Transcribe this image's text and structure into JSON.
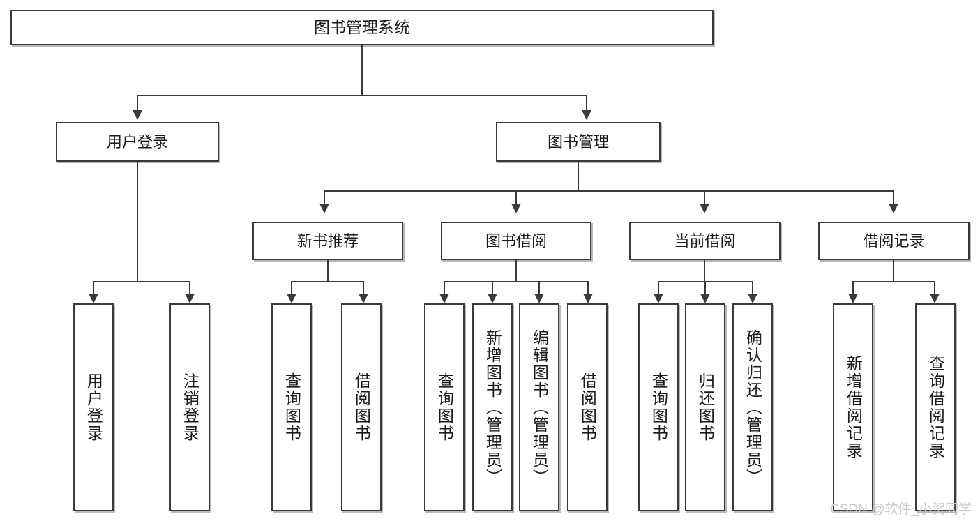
{
  "diagram": {
    "title": "图书管理系统",
    "root": {
      "label": "图书管理系统"
    },
    "level2": [
      {
        "label": "用户登录"
      },
      {
        "label": "图书管理"
      }
    ],
    "level3": [
      {
        "label": "新书推荐"
      },
      {
        "label": "图书借阅"
      },
      {
        "label": "当前借阅"
      },
      {
        "label": "借阅记录"
      }
    ],
    "leaves": {
      "user_login": [
        {
          "label": "用户登录"
        },
        {
          "label": "注销登录"
        }
      ],
      "new_book_recommend": [
        {
          "label": "查询图书"
        },
        {
          "label": "借阅图书"
        }
      ],
      "book_borrow": [
        {
          "label": "查询图书"
        },
        {
          "label": "新增图书（管理员）"
        },
        {
          "label": "编辑图书（管理员）"
        },
        {
          "label": "借阅图书"
        }
      ],
      "current_borrow": [
        {
          "label": "查询图书"
        },
        {
          "label": "归还图书"
        },
        {
          "label": "确认归还（管理员）"
        }
      ],
      "borrow_record": [
        {
          "label": "新增借阅记录"
        },
        {
          "label": "查询借阅记录"
        }
      ]
    }
  },
  "watermark": {
    "text": "CSDN @软件_小贺同学"
  },
  "colors": {
    "stroke": "#3a3a3a",
    "box_fill": "#ffffff",
    "text": "#1a1a1a",
    "watermark": "#c9c9c9",
    "shadow": "#b9b9b9"
  }
}
